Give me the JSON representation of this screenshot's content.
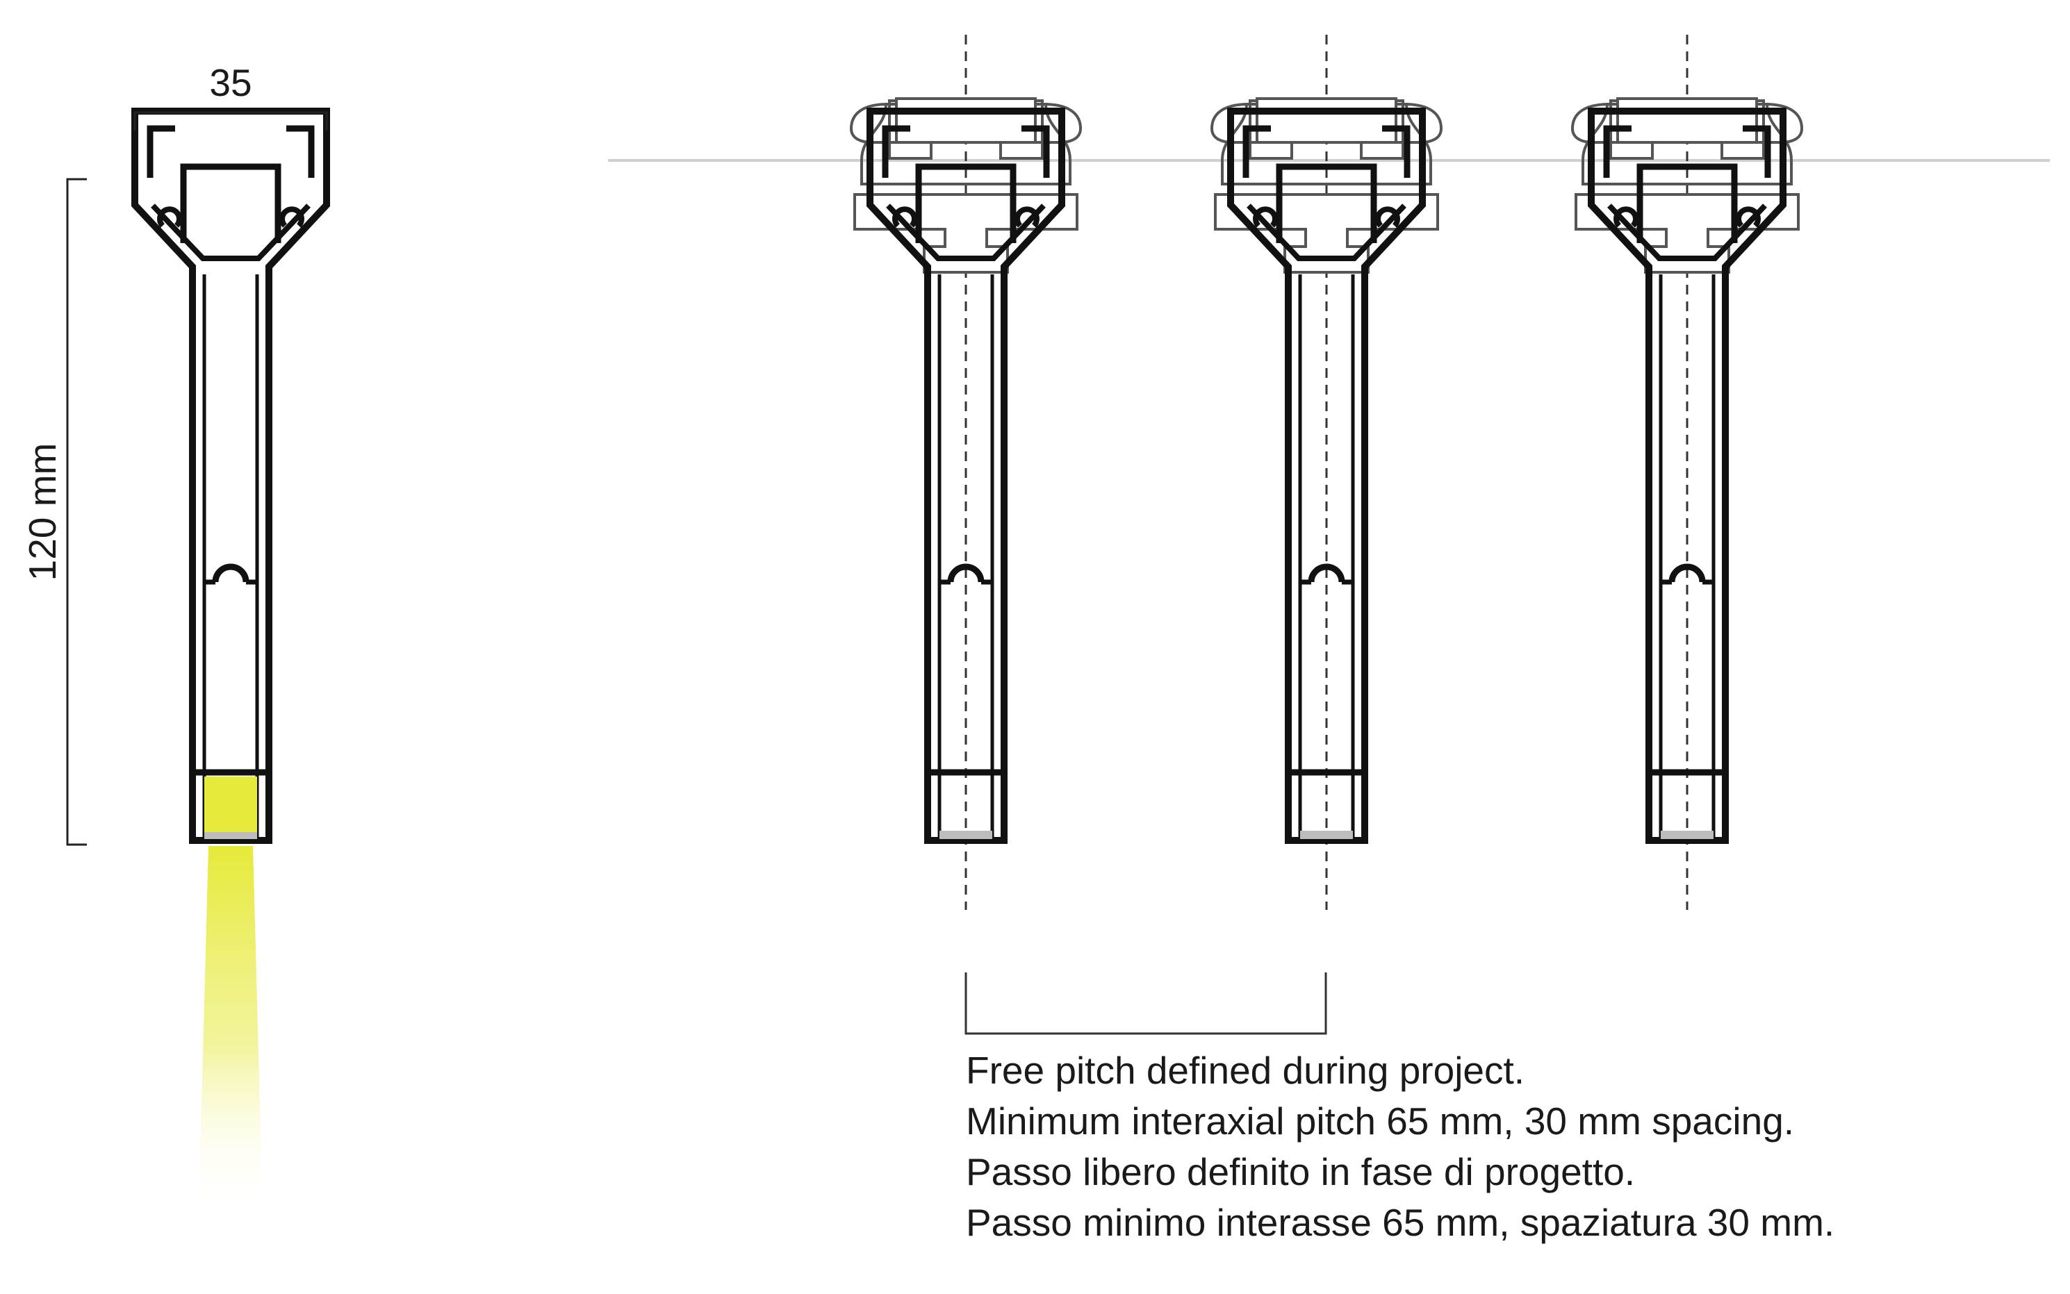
{
  "dimensions": {
    "width_label": "35",
    "height_label": "120 mm"
  },
  "notes": [
    "Free pitch defined during project.",
    "Minimum interaxial pitch 65 mm, 30 mm spacing.",
    "Passo libero definito in fase di progetto.",
    "Passo minimo interasse 65 mm, spaziatura 30 mm."
  ],
  "colors": {
    "profile_stroke": "#111111",
    "accessory_stroke": "#555555",
    "reference_line": "#cfcfcf",
    "led_light": "#e6ea3a",
    "lens": "#bdbdbd"
  }
}
